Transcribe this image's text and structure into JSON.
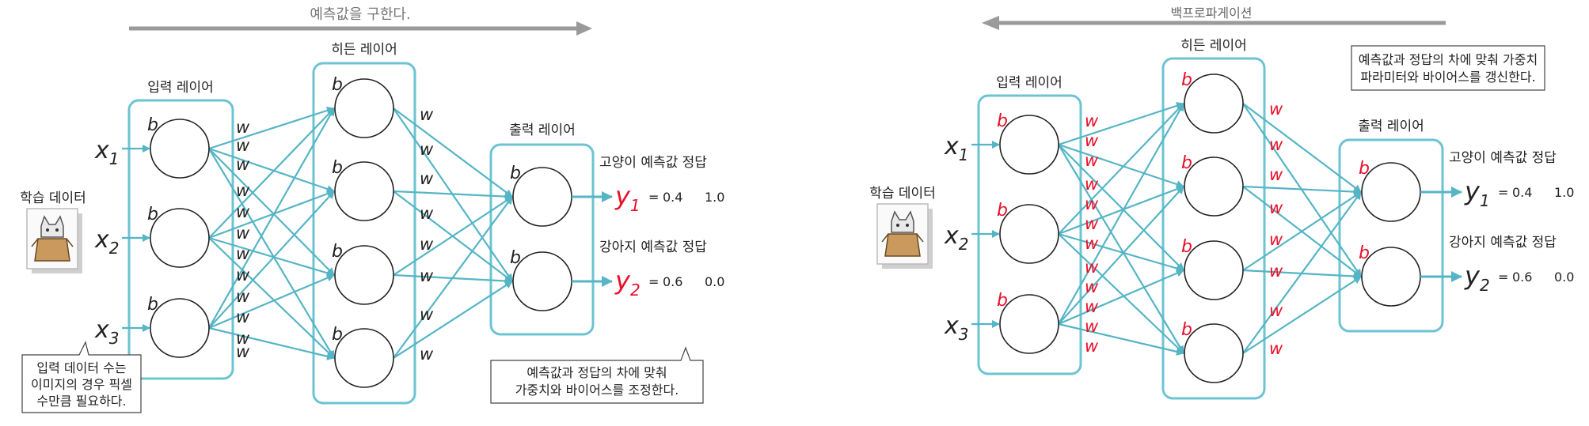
{
  "colors": {
    "connection": "#55b5c5",
    "box": "#6cc3d2",
    "red": "#e8102a",
    "grey_arrow": "#9a9a9a",
    "text": "#222222"
  },
  "icon": "cat-in-box-icon",
  "left": {
    "top_label": "예측값을 구한다.",
    "input_layer": "입력 레이어",
    "hidden_layer": "히든 레이어",
    "output_layer": "출력 레이어",
    "train_data": "학습 데이터",
    "bias": "b",
    "weight": "w",
    "inputs": [
      {
        "x": "x",
        "sub": "1"
      },
      {
        "x": "x",
        "sub": "2"
      },
      {
        "x": "x",
        "sub": "3"
      }
    ],
    "outputs": [
      {
        "header": "고양이  예측값  정답",
        "y": "y",
        "sub": "1",
        "eq": "=",
        "pred": "0.4",
        "answer": "1.0"
      },
      {
        "header": "강아지  예측값  정답",
        "y": "y",
        "sub": "2",
        "eq": "=",
        "pred": "0.6",
        "answer": "0.0"
      }
    ],
    "note_input": [
      "입력 데이터 수는",
      "이미지의 경우 픽셀",
      "수만큼 필요하다."
    ],
    "note_adjust": [
      "예측값과 정답의 차에 맞춰",
      "가중치와 바이어스를 조정한다."
    ]
  },
  "right": {
    "top_label": "백프로파게이션",
    "input_layer": "입력 레이어",
    "hidden_layer": "히든 레이어",
    "output_layer": "출력 레이어",
    "train_data": "학습 데이터",
    "bias": "b",
    "weight": "w",
    "inputs": [
      {
        "x": "x",
        "sub": "1"
      },
      {
        "x": "x",
        "sub": "2"
      },
      {
        "x": "x",
        "sub": "3"
      }
    ],
    "outputs": [
      {
        "header": "고양이  예측값  정답",
        "y": "y",
        "sub": "1",
        "eq": "=",
        "pred": "0.4",
        "answer": "1.0"
      },
      {
        "header": "강아지  예측값  정답",
        "y": "y",
        "sub": "2",
        "eq": "=",
        "pred": "0.6",
        "answer": "0.0"
      }
    ],
    "note_update": [
      "예측값과 정답의 차에 맞춰 가중치",
      "파라미터와 바이어스를 갱신한다."
    ]
  }
}
